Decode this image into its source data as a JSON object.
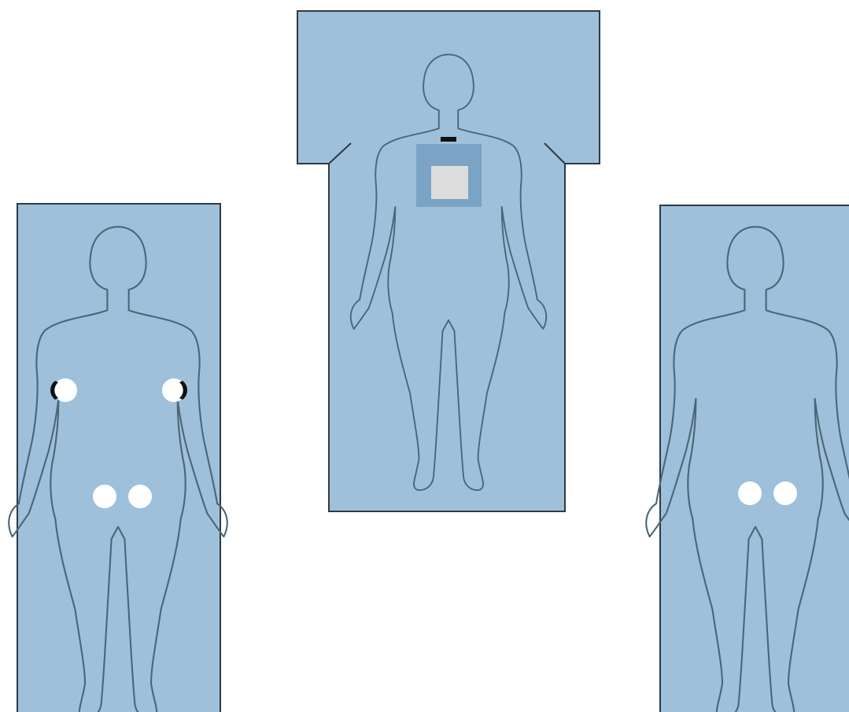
{
  "colors": {
    "panel_fill": "#9ec0da",
    "panel_border": "#2e3a44",
    "body_outline": "#4a6678",
    "electrode_white": "#ffffff",
    "chest_pad_outer": "#7aa3c5",
    "chest_pad_inner": "#dcdcdc",
    "connector_black": "#111111"
  },
  "figures": [
    {
      "id": "left",
      "pads": {
        "arm_bands": 2,
        "hip_dots": 2,
        "chest_pad": false
      }
    },
    {
      "id": "center",
      "pads": {
        "arm_bands": 0,
        "hip_dots": 0,
        "chest_pad": true
      }
    },
    {
      "id": "right",
      "pads": {
        "arm_bands": 0,
        "hip_dots": 2,
        "chest_pad": false
      }
    }
  ]
}
